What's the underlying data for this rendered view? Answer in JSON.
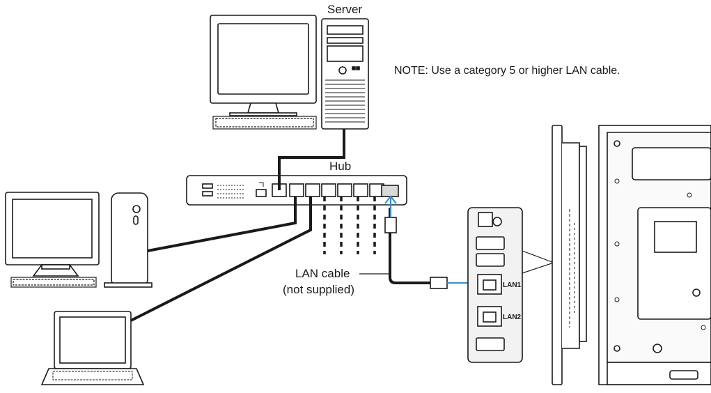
{
  "labels": {
    "server": "Server",
    "hub": "Hub",
    "note": "NOTE: Use a category 5 or higher LAN cable.",
    "lan_cable": "LAN cable",
    "not_supplied": "(not supplied)",
    "lan1": "LAN1",
    "lan2": "LAN2"
  },
  "colors": {
    "line": "#1a1a1a",
    "cable": "#222222",
    "arrow": "#3a8fd0",
    "panel_fill": "#f2f2f2",
    "device_fill": "#ffffff"
  }
}
